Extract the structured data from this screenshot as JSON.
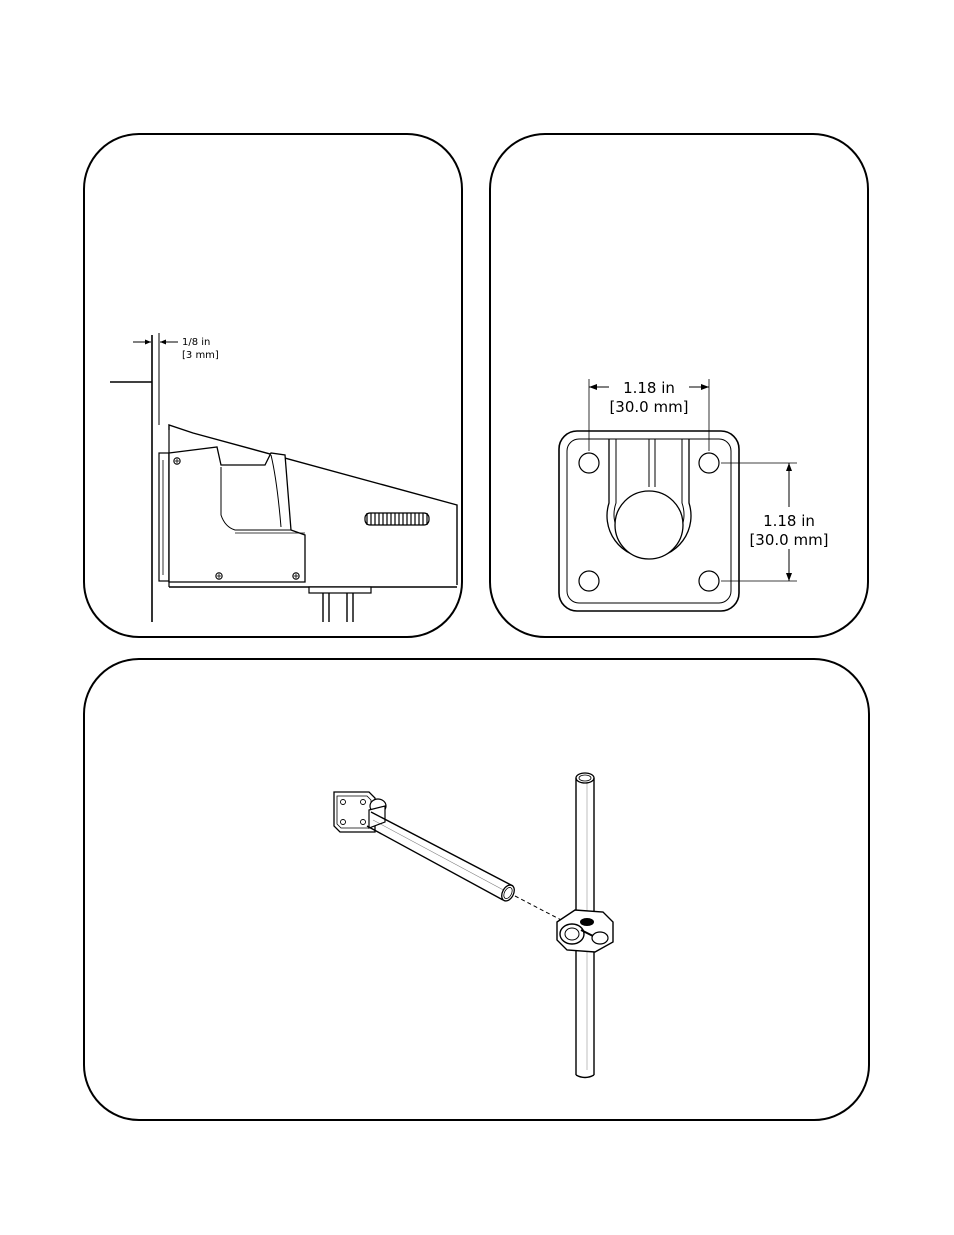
{
  "panel_side_view": {
    "gap_label_in": "1/8 in",
    "gap_label_mm": "[3 mm]"
  },
  "panel_plate_view": {
    "horizontal_label_in": "1.18 in",
    "horizontal_label_mm": "[30.0 mm]",
    "vertical_label_in": "1.18 in",
    "vertical_label_mm": "[30.0 mm]"
  }
}
